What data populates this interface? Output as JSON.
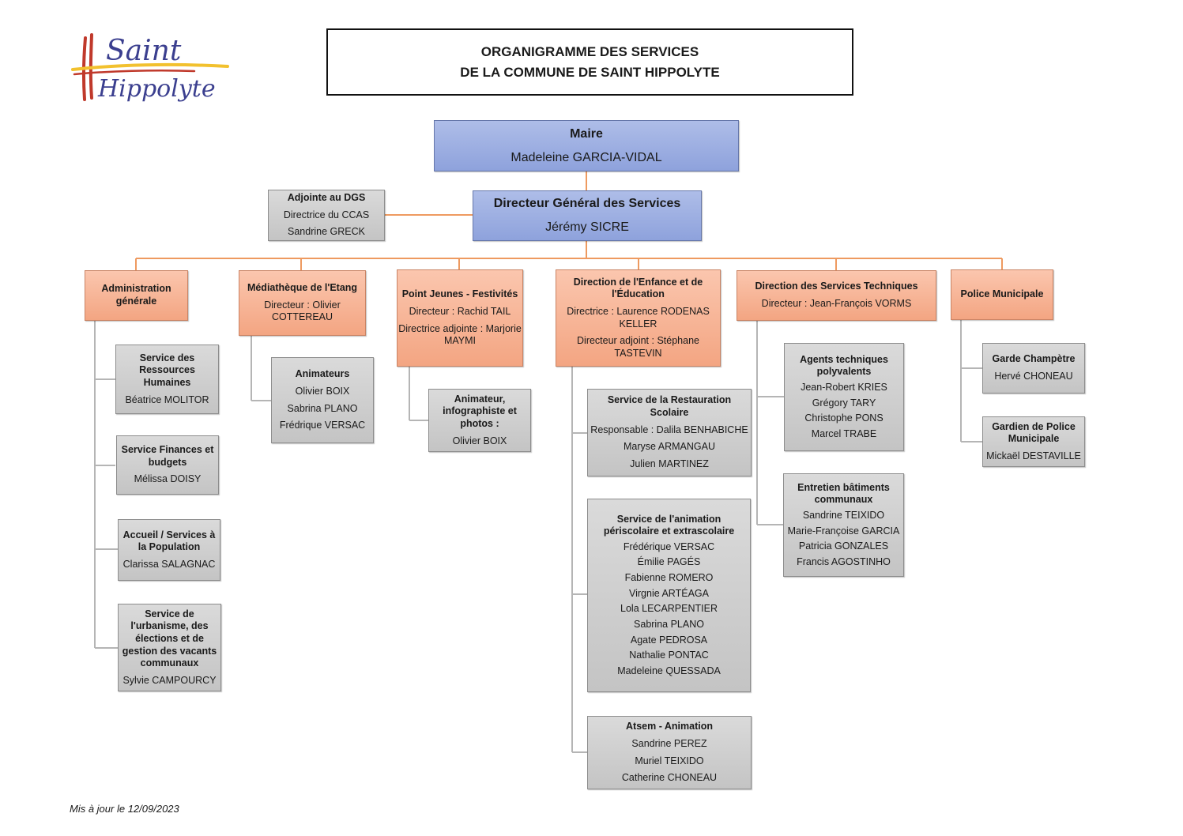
{
  "logo": {
    "text_line1": "Saint",
    "text_line2": "Hippolyte"
  },
  "title": {
    "line1": "ORGANIGRAMME DES SERVICES",
    "line2": "DE LA COMMUNE DE SAINT HIPPOLYTE"
  },
  "nodes": [
    {
      "key": "maire",
      "style": "blue",
      "title": "Maire",
      "lines": [
        "Madeleine GARCIA-VIDAL"
      ]
    },
    {
      "key": "dgs",
      "style": "blue",
      "title": "Directeur Général des Services",
      "lines": [
        "Jérémy SICRE"
      ]
    },
    {
      "key": "adjointe-dgs",
      "style": "grey",
      "title": "Adjointe au DGS",
      "lines": [
        "Directrice du CCAS",
        "Sandrine GRECK"
      ]
    },
    {
      "key": "admin",
      "style": "orange",
      "title": "Administration générale",
      "lines": []
    },
    {
      "key": "mediatheque",
      "style": "orange",
      "title": "Médiathèque de l'Etang",
      "lines": [
        "Directeur : Olivier COTTEREAU"
      ]
    },
    {
      "key": "point-jeunes",
      "style": "orange",
      "title": "Point Jeunes - Festivités",
      "lines": [
        "Directeur : Rachid TAIL",
        "Directrice adjointe : Marjorie MAYMI"
      ]
    },
    {
      "key": "enfance",
      "style": "orange",
      "title": "Direction de l'Enfance et de l'Éducation",
      "lines": [
        "Directrice : Laurence RODENAS KELLER",
        "Directeur adjoint : Stéphane TASTEVIN"
      ]
    },
    {
      "key": "techniques",
      "style": "orange",
      "title": "Direction des Services Techniques",
      "lines": [
        "Directeur : Jean-François VORMS"
      ]
    },
    {
      "key": "police",
      "style": "orange",
      "title": "Police Municipale",
      "lines": []
    },
    {
      "key": "rh",
      "style": "grey",
      "title": "Service des Ressources Humaines",
      "lines": [
        "Béatrice MOLITOR"
      ]
    },
    {
      "key": "finances",
      "style": "grey",
      "title": "Service Finances et budgets",
      "lines": [
        "Mélissa DOISY"
      ]
    },
    {
      "key": "accueil",
      "style": "grey",
      "title": "Accueil / Services à la Population",
      "lines": [
        "Clarissa SALAGNAC"
      ]
    },
    {
      "key": "urbanisme",
      "style": "grey",
      "title": "Service de l'urbanisme, des élections et de gestion des vacants communaux",
      "lines": [
        "Sylvie CAMPOURCY"
      ]
    },
    {
      "key": "animateurs",
      "style": "grey",
      "title": "Animateurs",
      "lines": [
        "Olivier BOIX",
        "Sabrina PLANO",
        "Frédrique VERSAC"
      ]
    },
    {
      "key": "animateur-infographiste",
      "style": "grey",
      "title": "Animateur, infographiste et photos :",
      "lines": [
        "Olivier BOIX"
      ]
    },
    {
      "key": "restauration",
      "style": "grey",
      "title": "Service de la Restauration Scolaire",
      "lines": [
        "Responsable : Dalila BENHABICHE",
        "Maryse ARMANGAU",
        "Julien MARTINEZ"
      ]
    },
    {
      "key": "periscolaire",
      "style": "grey",
      "title": "Service de l'animation périscolaire et extrascolaire",
      "lines": [
        "Frédérique VERSAC",
        "Émilie PAGÉS",
        "Fabienne ROMERO",
        "Virgnie ARTÉAGA",
        "Lola LECARPENTIER",
        "Sabrina PLANO",
        "Agate PEDROSA",
        "Nathalie PONTAC",
        "Madeleine QUESSADA"
      ]
    },
    {
      "key": "atsem",
      "style": "grey",
      "title": "Atsem - Animation",
      "lines": [
        "Sandrine PEREZ",
        "Muriel TEIXIDO",
        "Catherine CHONEAU"
      ]
    },
    {
      "key": "agents-techniques",
      "style": "grey",
      "title": "Agents techniques polyvalents",
      "lines": [
        "Jean-Robert KRIES",
        "Grégory TARY",
        "Christophe PONS",
        "Marcel TRABE"
      ]
    },
    {
      "key": "entretien",
      "style": "grey",
      "title": "Entretien bâtiments communaux",
      "lines": [
        "Sandrine TEIXIDO",
        "Marie-Françoise GARCIA",
        "Patricia GONZALES",
        "Francis AGOSTINHO"
      ]
    },
    {
      "key": "garde",
      "style": "grey",
      "title": "Garde Champètre",
      "lines": [
        "Hervé CHONEAU"
      ]
    },
    {
      "key": "gardien",
      "style": "grey",
      "title": "Gardien de Police Municipale",
      "lines": [
        "Mickaël DESTAVILLE"
      ]
    }
  ],
  "footer": "Mis à jour le 12/09/2023",
  "colors": {
    "connector_orange": "#ee9a60",
    "connector_grey": "#b5b5b5",
    "logo_blue": "#3b3f8f",
    "logo_red": "#c0392b",
    "logo_yellow": "#f2c12e"
  }
}
